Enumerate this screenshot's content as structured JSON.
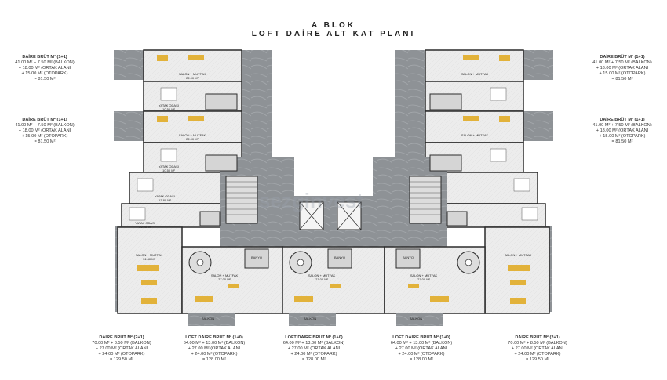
{
  "header": {
    "line1": "A BLOK",
    "line2": "LOFT DAİRE ALT KAT PLANI"
  },
  "side_notes": {
    "top_left": [
      "DAİRE BRÜT M² (1+1)",
      "41.00 M² + 7.50 M² (BALKON)",
      "+ 18.00 M² (ORTAK ALANI",
      "+ 15.00 M² (OTOPARK)",
      "= 81.50 M²"
    ],
    "mid_left": [
      "DAİRE BRÜT M² (1+1)",
      "41.00 M² + 7.50 M² (BALKON)",
      "+ 18.00 M² (ORTAK ALANI",
      "+ 15.00 M² (OTOPARK)",
      "= 81.50 M²"
    ],
    "top_right": [
      "DAİRE BRÜT M² (1+1)",
      "41.00 M² + 7.50 M² (BALKON)",
      "+ 18.00 M² (ORTAK ALANI",
      "+ 15.00 M² (OTOPARK)",
      "= 81.50 M²"
    ],
    "mid_right": [
      "DAİRE BRÜT M² (1+1)",
      "41.00 M² + 7.50 M² (BALKON)",
      "+ 18.00 M² (ORTAK ALANI",
      "+ 15.00 M² (OTOPARK)",
      "= 81.50 M²"
    ]
  },
  "bottom_notes": [
    [
      "DAİRE BRÜT M² (2+1)",
      "70.00 M² + 8.50 M² (BALKON)",
      "+ 27.00 M² (ORTAK ALANI",
      "+ 24.00 M² (OTOPARK)",
      "= 129.50 M²"
    ],
    [
      "LOFT DAİRE BRÜT M² (1+0)",
      "64.00 M² + 13.00 M² (BALKON)",
      "+ 27.00 M² (ORTAK ALANI",
      "+ 24.00 M² (OTOPARK)",
      "= 128.00 M²"
    ],
    [
      "LOFT DAİRE BRÜT M² (1+0)",
      "64.00 M² + 13.00 M² (BALKON)",
      "+ 27.00 M² (ORTAK ALANI",
      "+ 24.00 M² (OTOPARK)",
      "= 128.00 M²"
    ],
    [
      "LOFT DAİRE BRÜT M² (1+0)",
      "64.00 M² + 13.00 M² (BALKON)",
      "+ 27.00 M² (ORTAK ALANI",
      "+ 24.00 M² (OTOPARK)",
      "= 128.00 M²"
    ],
    [
      "DAİRE BRÜT M² (2+1)",
      "70.00 M² + 8.50 M² (BALKON)",
      "+ 27.00 M² (ORTAK ALANI",
      "+ 24.00 M² (OTOPARK)",
      "= 129.50 M²"
    ]
  ],
  "room_labels": {
    "salon_mutfak": "SALON + MUTFAK",
    "yatak_odasi": "YATAK ODASI",
    "banyo": "BANYO",
    "balkon": "BALKON",
    "salon_left_1": "22.00 M²",
    "salon_left_2": "22.00 M²",
    "yatak_left_1": "10.50 M²",
    "yatak_left_2": "10.50 M²",
    "yatak_left_3": "13.80 M²",
    "yatak_left_4": "10.00 M²",
    "salon_2p1": "31.80 M²",
    "salon_loft": "27.00 M²"
  },
  "watermark": "sezginvest",
  "colors": {
    "marble": "#8e9296",
    "floor": "#e9e9e9",
    "wall": "#2b2b2b",
    "furniture": "#e2b23a",
    "bed": "#ffffff"
  }
}
